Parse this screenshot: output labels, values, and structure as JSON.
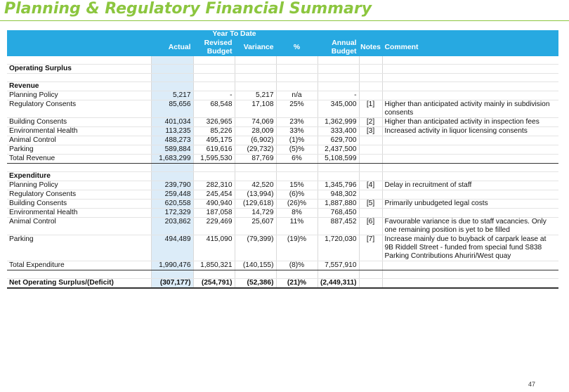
{
  "title": "Planning & Regulatory Financial Summary",
  "header": {
    "group_label": "Year To Date",
    "actual": "Actual",
    "revised_budget": "Revised Budget",
    "variance": "Variance",
    "pct": "%",
    "annual_budget": "Annual Budget",
    "notes": "Notes",
    "comment": "Comment"
  },
  "sections": {
    "operating_surplus": "Operating Surplus",
    "revenue": "Revenue",
    "expenditure": "Expenditure"
  },
  "revenue": [
    {
      "label": "Planning Policy",
      "actual": "5,217",
      "revised": "-",
      "variance": "5,217",
      "pct": "n/a",
      "annual": "-",
      "note": "",
      "comment": ""
    },
    {
      "label": "Regulatory Consents",
      "actual": "85,656",
      "revised": "68,548",
      "variance": "17,108",
      "pct": "25%",
      "annual": "345,000",
      "note": "[1]",
      "comment": "Higher than anticipated activity mainly in subdivision consents"
    },
    {
      "label": "Building Consents",
      "actual": "401,034",
      "revised": "326,965",
      "variance": "74,069",
      "pct": "23%",
      "annual": "1,362,999",
      "note": "[2]",
      "comment": "Higher than anticipated activity in inspection fees"
    },
    {
      "label": "Environmental Health",
      "actual": "113,235",
      "revised": "85,226",
      "variance": "28,009",
      "pct": "33%",
      "annual": "333,400",
      "note": "[3]",
      "comment": "Increased activity in liquor licensing consents"
    },
    {
      "label": "Animal Control",
      "actual": "488,273",
      "revised": "495,175",
      "variance": "(6,902)",
      "pct": "(1)%",
      "annual": "629,700",
      "note": "",
      "comment": ""
    },
    {
      "label": "Parking",
      "actual": "589,884",
      "revised": "619,616",
      "variance": "(29,732)",
      "pct": "(5)%",
      "annual": "2,437,500",
      "note": "",
      "comment": ""
    }
  ],
  "total_revenue": {
    "label": "Total Revenue",
    "actual": "1,683,299",
    "revised": "1,595,530",
    "variance": "87,769",
    "pct": "6%",
    "annual": "5,108,599"
  },
  "expenditure": [
    {
      "label": "Planning Policy",
      "actual": "239,790",
      "revised": "282,310",
      "variance": "42,520",
      "pct": "15%",
      "annual": "1,345,796",
      "note": "[4]",
      "comment": "Delay in recruitment of staff"
    },
    {
      "label": "Regulatory Consents",
      "actual": "259,448",
      "revised": "245,454",
      "variance": "(13,994)",
      "pct": "(6)%",
      "annual": "948,302",
      "note": "",
      "comment": ""
    },
    {
      "label": "Building Consents",
      "actual": "620,558",
      "revised": "490,940",
      "variance": "(129,618)",
      "pct": "(26)%",
      "annual": "1,887,880",
      "note": "[5]",
      "comment": "Primarily unbudgeted legal costs"
    },
    {
      "label": "Environmental Health",
      "actual": "172,329",
      "revised": "187,058",
      "variance": "14,729",
      "pct": "8%",
      "annual": "768,450",
      "note": "",
      "comment": ""
    },
    {
      "label": "Animal Control",
      "actual": "203,862",
      "revised": "229,469",
      "variance": "25,607",
      "pct": "11%",
      "annual": "887,452",
      "note": "[6]",
      "comment": "Favourable variance is due to staff vacancies. Only one remaining position is yet to be filled"
    },
    {
      "label": "Parking",
      "actual": "494,489",
      "revised": "415,090",
      "variance": "(79,399)",
      "pct": "(19)%",
      "annual": "1,720,030",
      "note": "[7]",
      "comment": "Increase mainly due to buyback of carpark lease at 9B Riddell Street - funded from special fund S838 Parking Contributions Ahuriri/West quay"
    }
  ],
  "total_expenditure": {
    "label": "Total Expenditure",
    "actual": "1,990,476",
    "revised": "1,850,321",
    "variance": "(140,155)",
    "pct": "(8)%",
    "annual": "7,557,910"
  },
  "net": {
    "label": "Net Operating Surplus/(Deficit)",
    "actual": "(307,177)",
    "revised": "(254,791)",
    "variance": "(52,386)",
    "pct": "(21)%",
    "annual": "(2,449,311)"
  },
  "page_number": "47",
  "colors": {
    "title_green": "#8cc63f",
    "header_blue": "#27a9e1",
    "actual_shade": "#dcecf8"
  }
}
